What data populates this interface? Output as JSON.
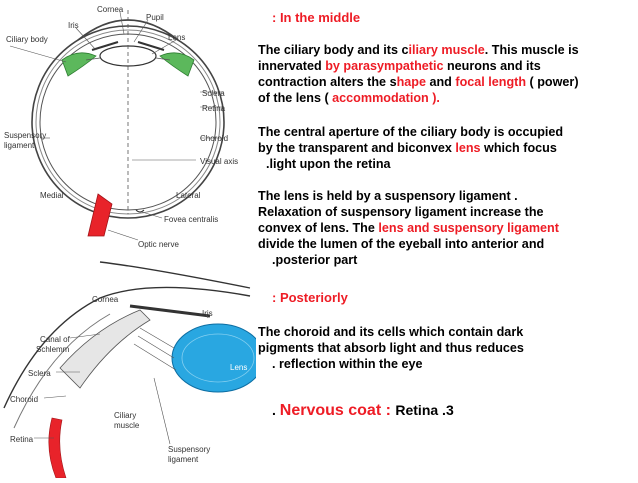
{
  "colors": {
    "accent_red": "#ee1c25",
    "lens_blue": "#29a7e1",
    "ciliary_green": "#5cb85c",
    "retina_red": "#e8232a"
  },
  "figure_top": {
    "labels": {
      "cornea": "Cornea",
      "pupil": "Pupil",
      "iris": "Iris",
      "ciliary_body": "Ciliary body",
      "lens": "Lens",
      "sclera": "Sclera",
      "retina": "Retina",
      "suspensory": "Suspensory",
      "ligament": "ligament",
      "choroid": "Choroid",
      "visual_axis": "Visual axis",
      "medial": "Medial",
      "lateral": "Lateral",
      "fovea": "Fovea centralis",
      "optic_nerve": "Optic nerve"
    }
  },
  "figure_bottom": {
    "labels": {
      "cornea": "Cornea",
      "iris": "Iris",
      "canal_1": "Canal of",
      "canal_2": "Schlemm",
      "sclera": "Sclera",
      "lens": "Lens",
      "choroid": "Choroid",
      "ciliary_1": "Ciliary",
      "ciliary_2": "muscle",
      "retina": "Retina",
      "suspensory_1": "Suspensory",
      "suspensory_2": "ligament"
    }
  },
  "text": {
    "heading_middle": ": In the middle",
    "p1": {
      "l1a": "The ciliary body and its c",
      "l1b": "iliary muscle",
      "l1c": ". This muscle is",
      "l2a": "innervated ",
      "l2b": "by parasympathetic",
      "l2c": " neurons and its",
      "l3a": "contraction alters the s",
      "l3b": "hape",
      "l3c": " and ",
      "l3d": "focal length",
      "l3e": " ( power)",
      "l4a": "of the lens ( ",
      "l4b": "accommodation )."
    },
    "p2": {
      "l1": "The central  aperture of the ciliary body is occupied",
      "l2a": "by the transparent and biconvex ",
      "l2b": "lens",
      "l2c": " which focus",
      "l3": ".light upon the retina"
    },
    "p3": {
      "l1": "The lens is held by a suspensory ligament .",
      "l2": "Relaxation of suspensory ligament increase the",
      "l3a": "convex of lens. The ",
      "l3b": "lens and suspensory ligament",
      "l4": "divide the lumen of the eyeball into anterior and",
      "l5": ".posterior part"
    },
    "heading_posterior": ": Posteriorly",
    "p4": {
      "l1": "The choroid and its cells which contain dark",
      "l2": "pigments that absorb light and thus reduces",
      "l3": ". reflection within the eye"
    },
    "last": {
      "a": ". ",
      "b": "Nervous coat : ",
      "c": "Retina .3"
    }
  }
}
